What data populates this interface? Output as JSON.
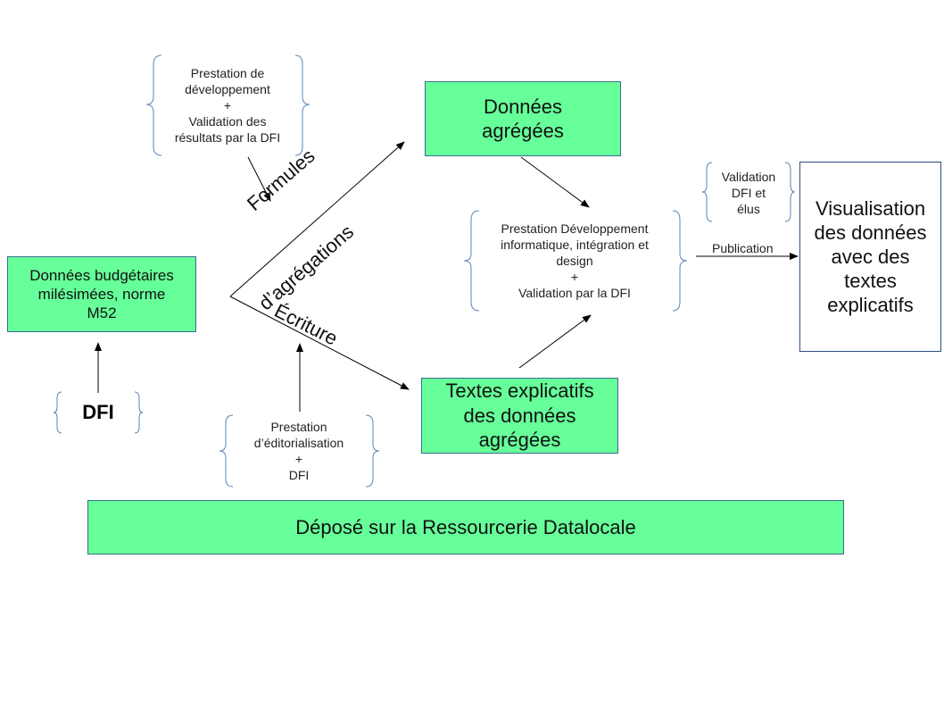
{
  "colors": {
    "box_fill": "#66ff99",
    "box_border": "#3b6e8f",
    "brace": "#5b86b8",
    "arrow": "#000000"
  },
  "boxes": {
    "donnees_budgetaires": "Données budgétaires\nmilésimées, norme\nM52",
    "donnees_agregees": "Données\nagrégées",
    "textes_explicatifs": "Textes explicatifs\ndes données\nagrégées",
    "visualisation": "Visualisation\ndes données\navec des\ntextes\nexplicatifs",
    "depose": "Déposé sur la Ressourcerie Datalocale"
  },
  "notes": {
    "dfi": "DFI",
    "prestation_developpement": "Prestation  de\ndéveloppement\n+\nValidation des\nrésultats par la DFI",
    "prestation_editorialisation": "Prestation\nd’éditorialisation\n+\nDFI",
    "prestation_dev_info": "Prestation  Développement\ninformatique, intégration et\ndesign\n+\nValidation par la DFI",
    "validation_dfi_elus": "Validation\nDFI et\nélus"
  },
  "edge_labels": {
    "formules": "Formules",
    "agregations": "d’agrégations",
    "ecriture": "Écriture",
    "publication": "Publication"
  }
}
